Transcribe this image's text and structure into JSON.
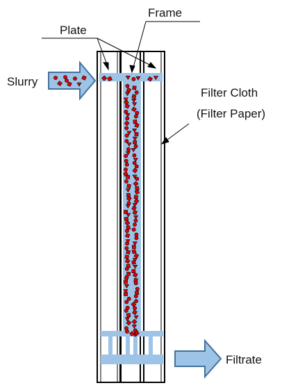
{
  "labels": {
    "frame": "Frame",
    "plate": "Plate",
    "slurry": "Slurry",
    "filter_cloth_line1": "Filter Cloth",
    "filter_cloth_line2": "(Filter Paper)",
    "filtrate": "Filtrate"
  },
  "colors": {
    "outline": "#000000",
    "slurry_fill": "#9dc3e6",
    "arrow_fill": "#9dc3e6",
    "arrow_stroke": "#41719c",
    "particle": "#e00000"
  }
}
